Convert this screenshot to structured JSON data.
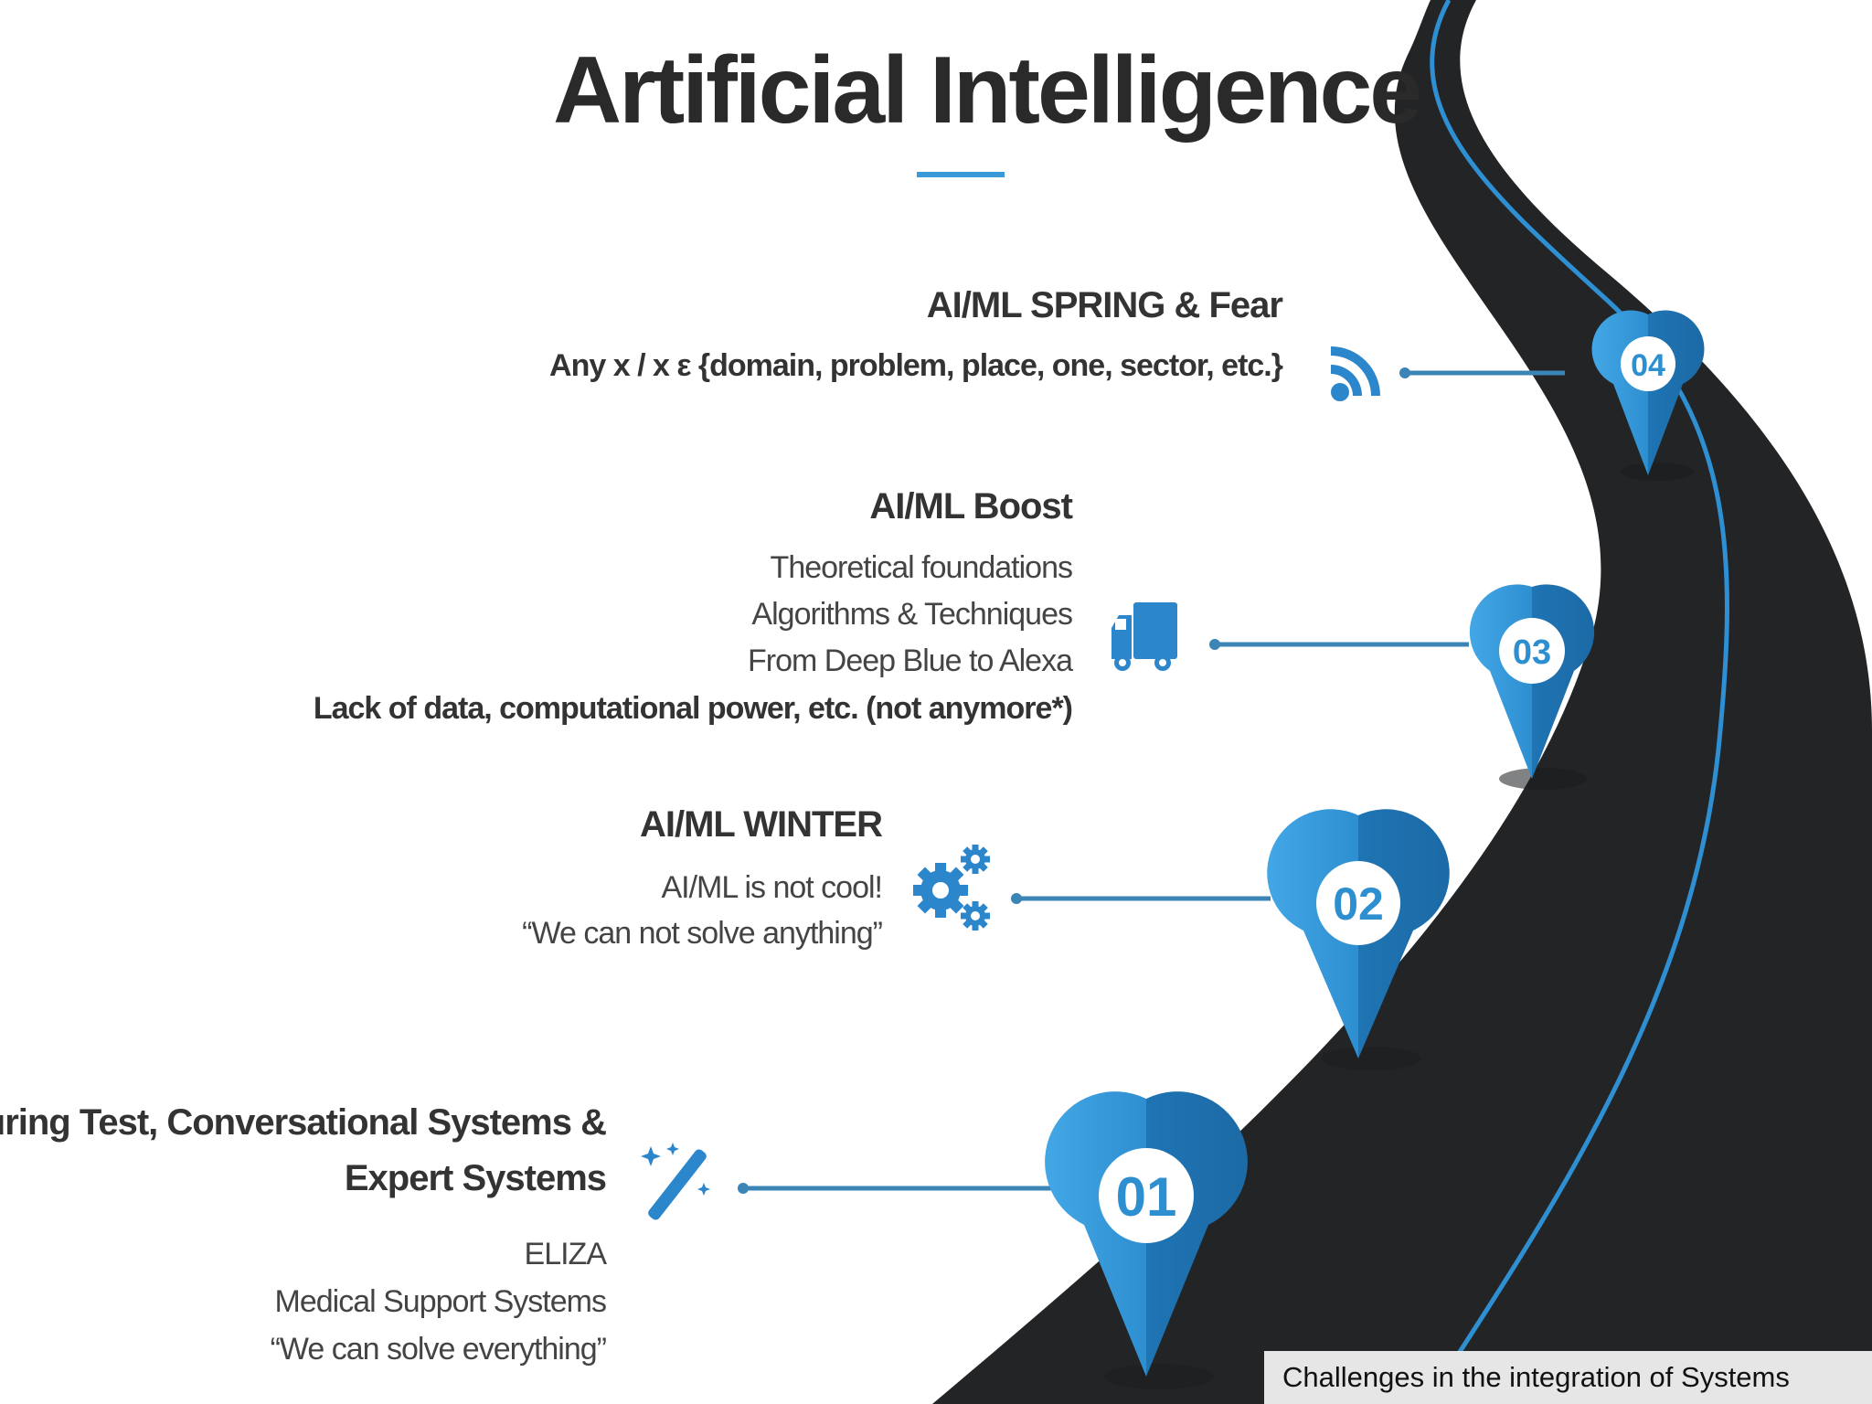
{
  "title": "Artificial Intelligence",
  "footer": "Challenges in the integration of Systems",
  "colors": {
    "accent": "#3a9ad9",
    "road": "#232426",
    "text": "#333333"
  },
  "milestones": [
    {
      "number": "01",
      "icon": "magic-wand-icon",
      "heading": [
        "Turing Test, Conversational Systems &",
        "Expert Systems"
      ],
      "lines": [
        "ELIZA",
        "Medical Support Systems",
        "“We can solve everything”"
      ]
    },
    {
      "number": "02",
      "icon": "gears-icon",
      "heading": [
        "AI/ML WINTER"
      ],
      "lines": [
        "AI/ML is not cool!",
        "“We can not solve anything”"
      ]
    },
    {
      "number": "03",
      "icon": "truck-icon",
      "heading": [
        "AI/ML Boost"
      ],
      "lines": [
        "Theoretical foundations",
        "Algorithms & Techniques",
        "From Deep Blue to Alexa"
      ],
      "bold_line": "Lack of data, computational power, etc. (not anymore*)"
    },
    {
      "number": "04",
      "icon": "rss-icon",
      "heading": [
        "AI/ML SPRING & Fear"
      ],
      "bold_line": "Any x / x ε {domain, problem, place, one, sector, etc.}"
    }
  ]
}
